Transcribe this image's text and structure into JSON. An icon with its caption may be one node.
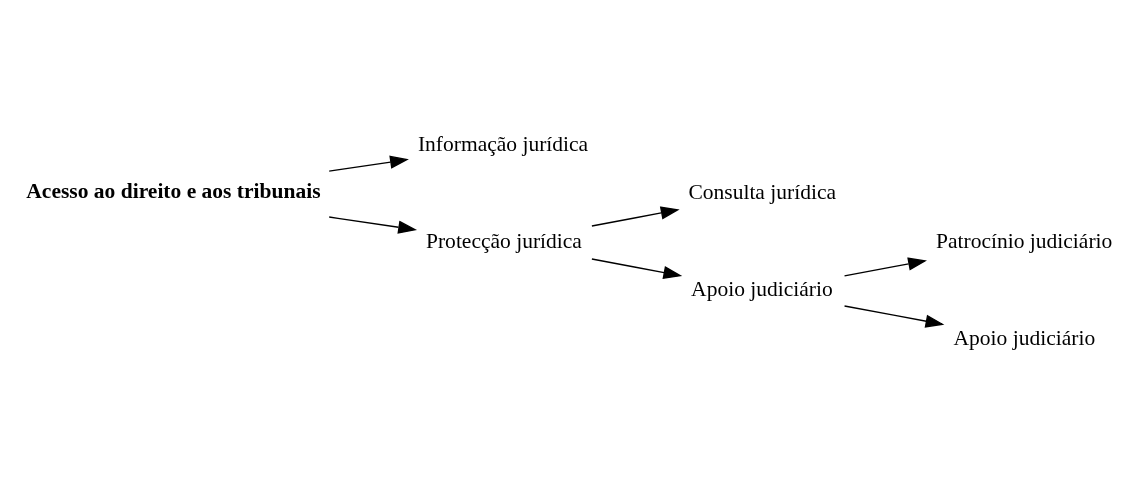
{
  "diagram": {
    "nodes": [
      {
        "text": [
          "Acesso ao direito e aos tribunais"
        ]
      },
      {
        "text": [
          "Informação jurídica"
        ]
      },
      {
        "text": [
          "Protecção jurídica"
        ]
      },
      {
        "text": [
          "Consulta jurídica"
        ]
      },
      {
        "text": [
          "Apoio judiciário"
        ]
      },
      {
        "text": [
          "Patrocínio judiciário"
        ]
      },
      {
        "text": [
          "Apoio judiciário"
        ]
      }
    ],
    "edges": [
      {
        "from": 0,
        "to": 1,
        "arrow": "to"
      },
      {
        "from": 0,
        "to": 2,
        "arrow": "to"
      },
      {
        "from": 2,
        "to": 3,
        "arrow": "to"
      },
      {
        "from": 2,
        "to": 4,
        "arrow": "to"
      },
      {
        "from": 4,
        "to": 5,
        "arrow": "to"
      },
      {
        "from": 4,
        "to": 6,
        "arrow": "to"
      }
    ]
  }
}
